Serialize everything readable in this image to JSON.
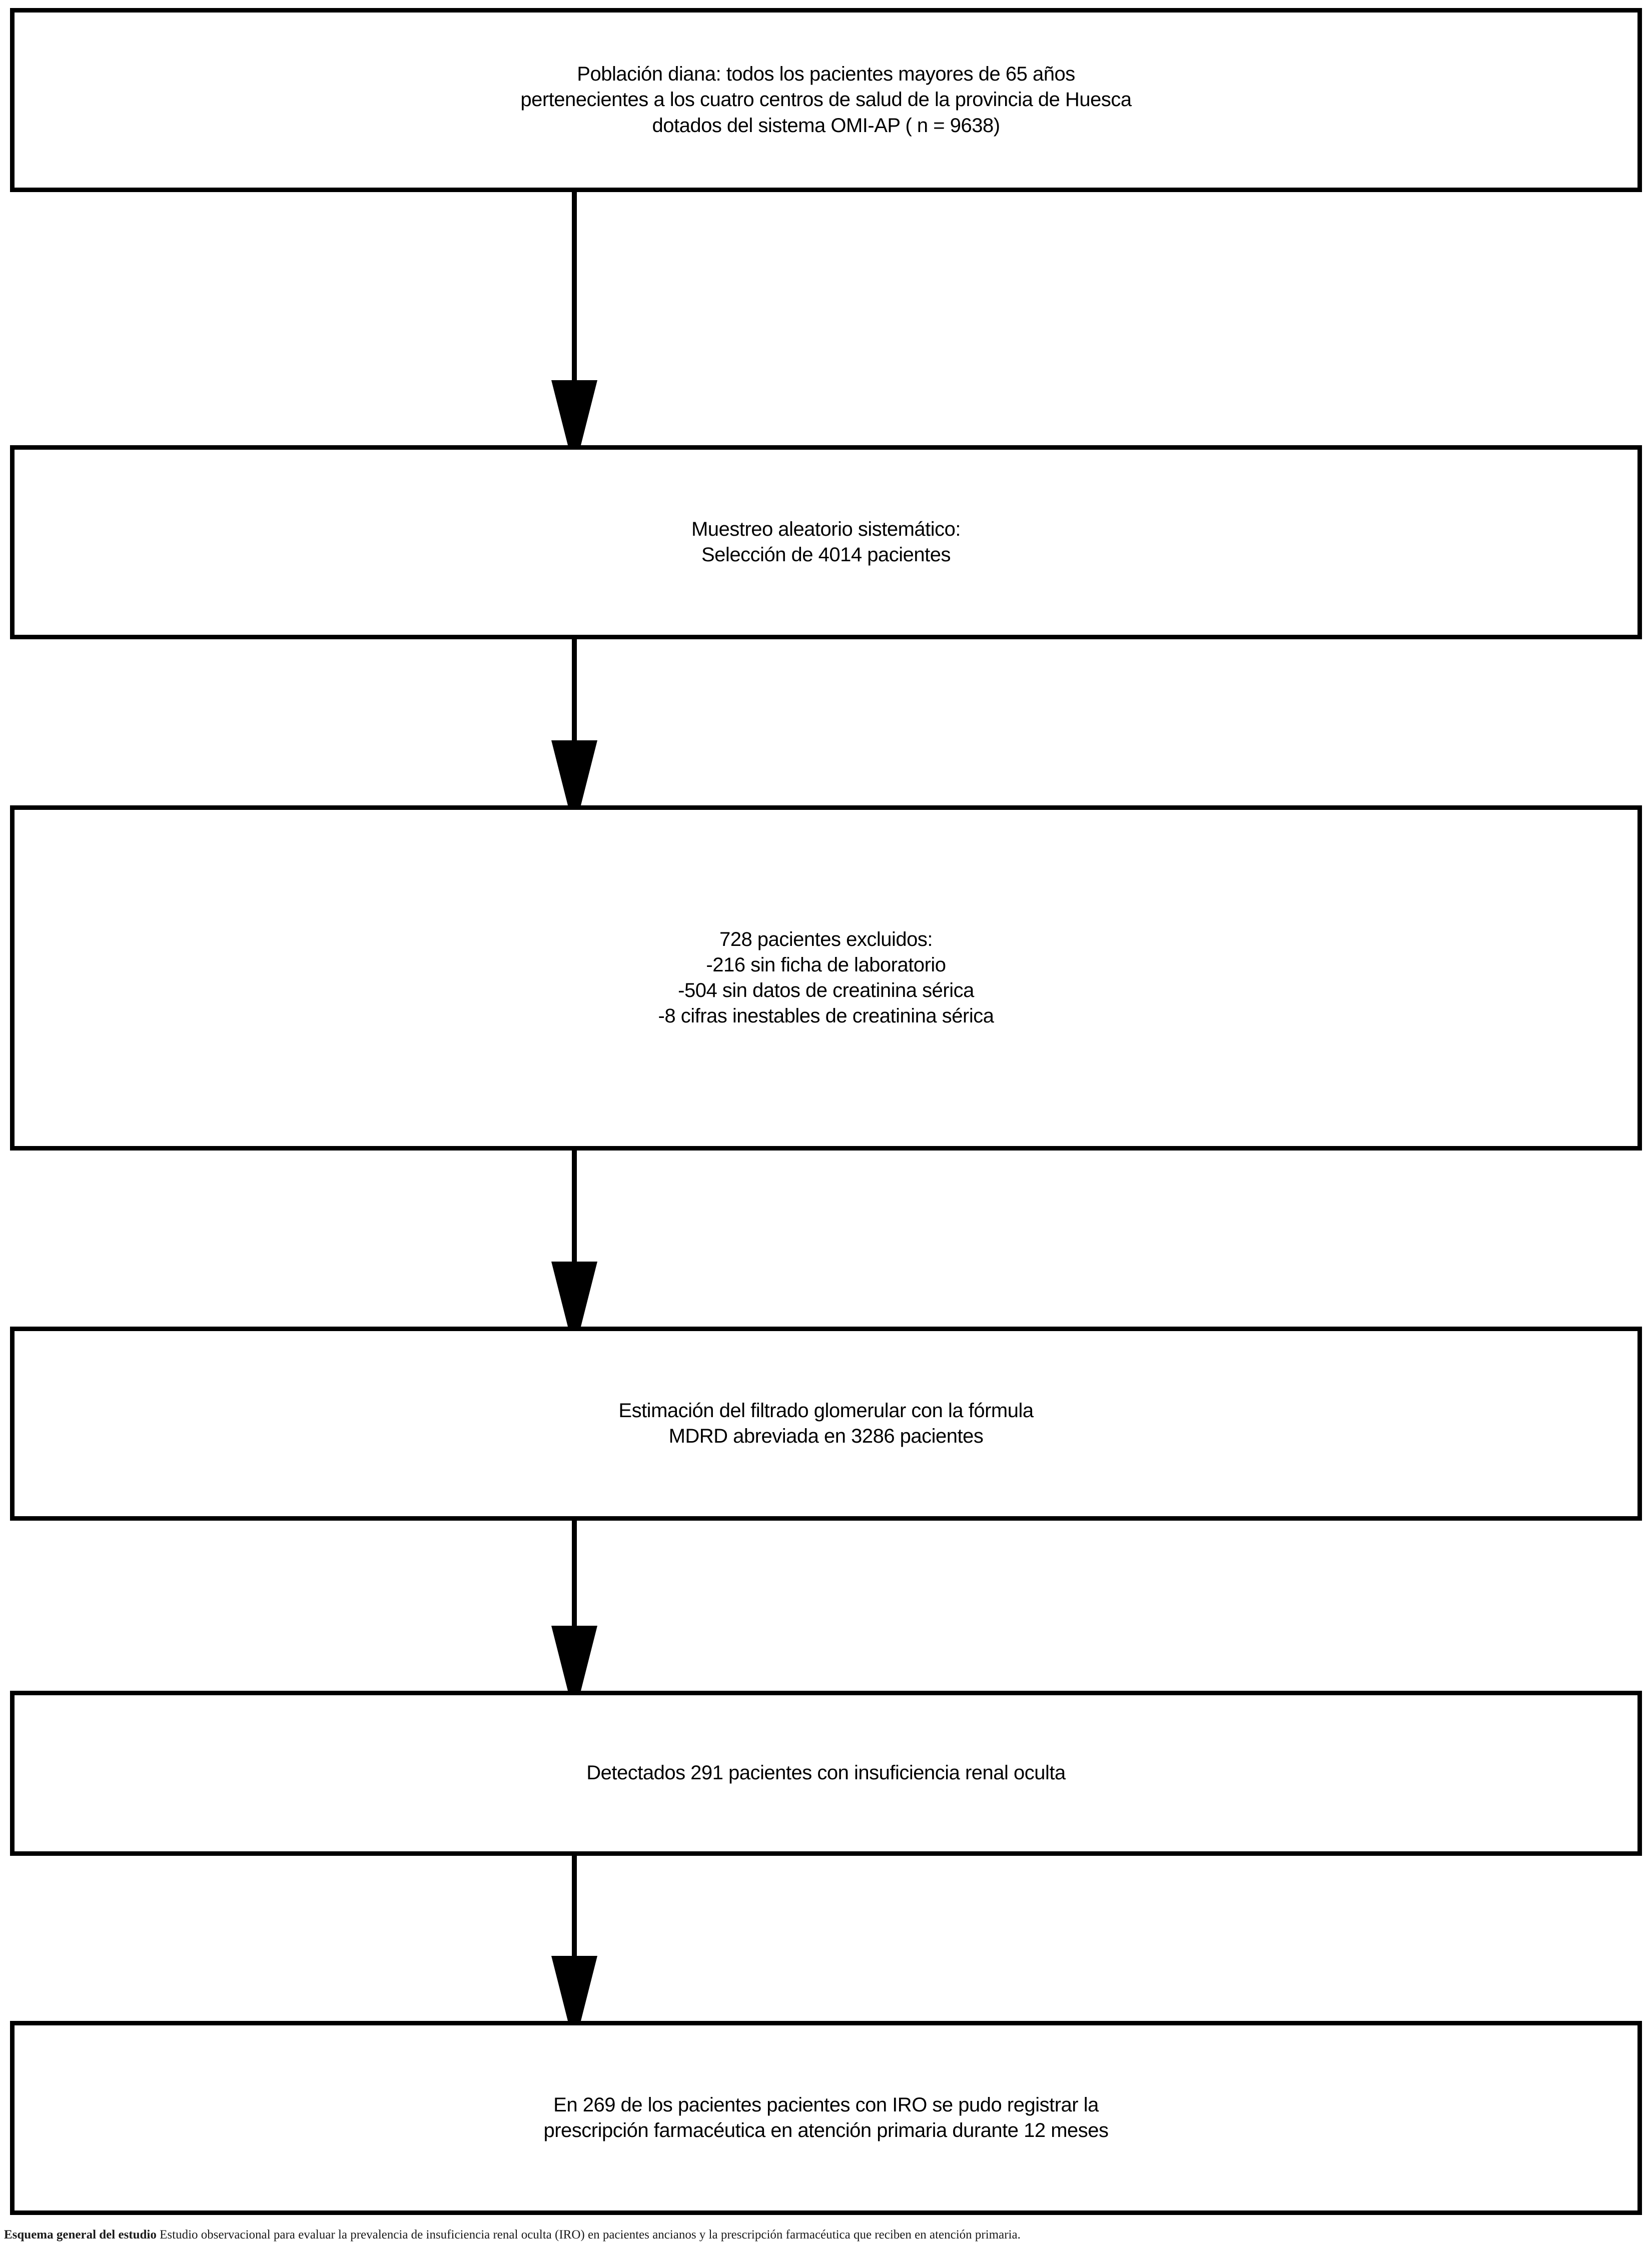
{
  "diagram": {
    "type": "flowchart",
    "orientation": "vertical",
    "colors": {
      "stroke": "#000000",
      "fill": "#ffffff",
      "text": "#000000"
    },
    "nodes": [
      {
        "id": "poblacion-diana",
        "lines": [
          "Población diana: todos los pacientes mayores de 65 años",
          "pertenecientes a los cuatro centros de salud de la provincia de Huesca",
          "dotados del sistema OMI-AP ( n = 9638)"
        ]
      },
      {
        "id": "muestreo",
        "lines": [
          "Muestreo aleatorio sistemático:",
          "Selección de 4014 pacientes"
        ]
      },
      {
        "id": "excluidos",
        "lines": [
          "728 pacientes excluidos:",
          "-216 sin ficha de laboratorio",
          "-504 sin datos de creatinina sérica",
          "-8 cifras inestables de creatinina sérica"
        ]
      },
      {
        "id": "estimacion-mdrd",
        "lines": [
          "Estimación del filtrado glomerular con la fórmula",
          "MDRD abreviada en 3286 pacientes"
        ]
      },
      {
        "id": "detectados",
        "lines": [
          "Detectados 291 pacientes con insuficiencia renal oculta"
        ]
      },
      {
        "id": "prescripcion",
        "lines": [
          "En 269 de los pacientes pacientes con IRO se pudo registrar la",
          "prescripción farmacéutica en atención primaria durante 12 meses"
        ]
      }
    ],
    "connectors": [
      {
        "id": "arrow-1",
        "from": "poblacion-diana",
        "to": "muestreo"
      },
      {
        "id": "arrow-2",
        "from": "muestreo",
        "to": "excluidos"
      },
      {
        "id": "arrow-3",
        "from": "excluidos",
        "to": "estimacion-mdrd"
      },
      {
        "id": "arrow-4",
        "from": "estimacion-mdrd",
        "to": "detectados"
      },
      {
        "id": "arrow-5",
        "from": "detectados",
        "to": "prescripcion"
      }
    ]
  },
  "caption": {
    "title": "Esquema general del estudio",
    "body": "Estudio observacional para evaluar la prevalencia de insuficiencia renal oculta (IRO) en pacientes ancianos y la prescripción farmacéutica que reciben en atención primaria."
  }
}
